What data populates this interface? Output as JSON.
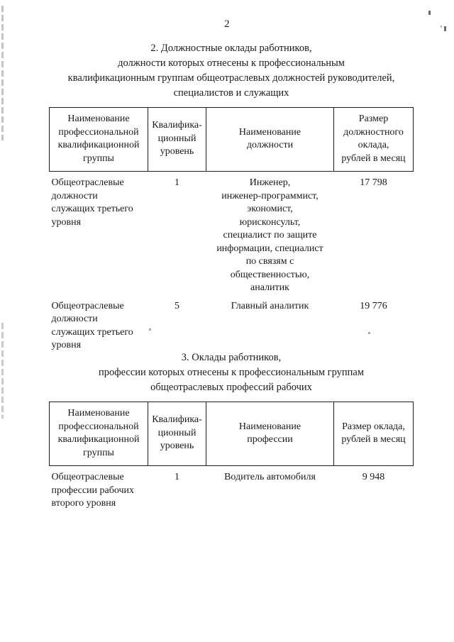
{
  "document": {
    "page_number": "2",
    "section_2": {
      "heading_lines": [
        "2. Должностные оклады работников,",
        "должности которых отнесены к профессиональным",
        "квалификационным группам общеотраслевых должностей руководителей,",
        "специалистов и служащих"
      ],
      "table": {
        "columns": [
          {
            "lines": [
              "Наименование",
              "профессиональной",
              "квалификационной",
              "группы"
            ]
          },
          {
            "lines": [
              "Квалифика-",
              "ционный",
              "уровень"
            ]
          },
          {
            "lines": [
              "Наименование",
              "должности"
            ]
          },
          {
            "lines": [
              "Размер",
              "должностного",
              "оклада,",
              "рублей в месяц"
            ]
          }
        ],
        "rows": [
          {
            "group_lines": [
              "Общеотраслевые",
              "должности",
              "служащих   третьего",
              "уровня"
            ],
            "level": "1",
            "position_lines": [
              "Инженер,",
              "инженер-программист,",
              "экономист,",
              "юрисконсульт,",
              "специалист по защите",
              "информации, специалист",
              "по связям с",
              "общественностью,",
              "аналитик"
            ],
            "salary": "17 798"
          },
          {
            "group_lines": [
              "Общеотраслевые",
              "должности",
              "служащих   третьего",
              "уровня"
            ],
            "level": "5",
            "position_lines": [
              "Главный аналитик"
            ],
            "salary": "19 776"
          }
        ]
      }
    },
    "section_3": {
      "heading_lines": [
        "3. Оклады работников,",
        "профессии которых отнесены к профессиональным группам",
        "общеотраслевых профессий рабочих"
      ],
      "table": {
        "columns": [
          {
            "lines": [
              "Наименование",
              "профессиональной",
              "квалификационной",
              "группы"
            ]
          },
          {
            "lines": [
              "Квалифика-",
              "ционный",
              "уровень"
            ]
          },
          {
            "lines": [
              "Наименование",
              "профессии"
            ]
          },
          {
            "lines": [
              "Размер оклада,",
              "рублей в месяц"
            ]
          }
        ],
        "rows": [
          {
            "group_lines": [
              "Общеотраслевые",
              "профессии  рабочих",
              "второго уровня"
            ],
            "level": "1",
            "position_lines": [
              "Водитель автомобиля"
            ],
            "salary": "9 948"
          }
        ]
      }
    }
  }
}
